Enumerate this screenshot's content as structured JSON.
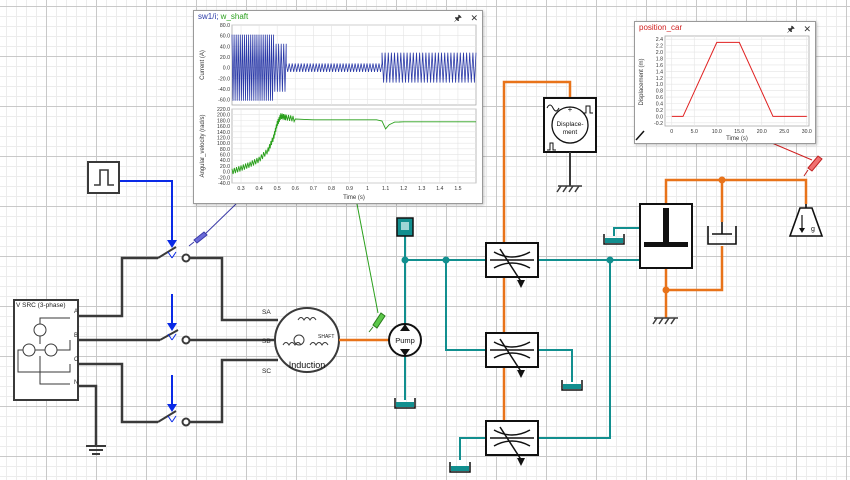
{
  "source": {
    "label": "V SRC (3-phase)",
    "terminals": [
      "A",
      "B",
      "C",
      "N"
    ]
  },
  "motor": {
    "label": "Induction",
    "terminals": [
      "SA",
      "SB",
      "SC"
    ],
    "shaft_label": "SHAFT"
  },
  "pump_label": "Pump",
  "displacement_sensor": {
    "line1": "Displace-",
    "line2": "ment",
    "plus": "+",
    "minus": "−"
  },
  "load_label": "g",
  "colors": {
    "electric": "#3a3a3a",
    "signal": "#0a2ae6",
    "hydraulic": "#128f8f",
    "mechanical": "#e8731a",
    "current_trace": "#2b3aa8",
    "velocity_trace": "#2aa01c",
    "position_trace": "#e02020",
    "scope_title_1": "#2b3aa8",
    "scope_title_2": "#d02020"
  },
  "scope1": {
    "title_prefix": "sw1/i; ",
    "title_suffix": "w_shaft",
    "buttons": [
      "pin-icon",
      "close-icon"
    ],
    "top_plot": {
      "ylabel": "Current (A)",
      "yticks": [
        "80.0",
        "60.0",
        "40.0",
        "20.0",
        "0.0",
        "-20.0",
        "-40.0",
        "-60.0"
      ]
    },
    "bottom_plot": {
      "ylabel": "Angular_velocity (rad/s)",
      "yticks": [
        "220.0",
        "200.0",
        "180.0",
        "160.0",
        "140.0",
        "120.0",
        "100.0",
        "80.0",
        "60.0",
        "40.0",
        "20.0",
        "0.0",
        "-20.0",
        "-40.0"
      ]
    },
    "xticks": [
      "0.3",
      "0.4",
      "0.5",
      "0.6",
      "0.7",
      "0.8",
      "0.9",
      "1",
      "1.1",
      "1.2",
      "1.3",
      "1.4",
      "1.5"
    ],
    "xlabel": "Time (s)"
  },
  "scope2": {
    "title": "position_car",
    "buttons": [
      "pin-icon",
      "close-icon"
    ],
    "ylabel": "Displacement (m)",
    "yticks": [
      "2.4",
      "2.2",
      "2.0",
      "1.8",
      "1.6",
      "1.4",
      "1.2",
      "1.0",
      "0.8",
      "0.6",
      "0.4",
      "0.2",
      "0.0",
      "-0.2"
    ],
    "xticks": [
      "0",
      "5.0",
      "10.0",
      "15.0",
      "20.0",
      "25.0",
      "30.0"
    ],
    "xlabel": "Time (s)"
  },
  "chart_data": [
    {
      "type": "line",
      "title": "sw1/i",
      "xlabel": "Time (s)",
      "ylabel": "Current (A)",
      "xlim": [
        0.25,
        1.6
      ],
      "ylim": [
        -70,
        80
      ],
      "grid": true,
      "series": [
        {
          "name": "sw1/i",
          "segments": [
            {
              "x_start": 0.25,
              "x_end": 0.48,
              "amplitude": 62,
              "cycles": 20
            },
            {
              "x_start": 0.48,
              "x_end": 0.55,
              "amplitude": 45,
              "cycles": 5
            },
            {
              "x_start": 0.55,
              "x_end": 1.08,
              "amplitude": 8,
              "cycles": 32
            },
            {
              "x_start": 1.08,
              "x_end": 1.6,
              "amplitude": 28,
              "cycles": 30
            }
          ]
        }
      ]
    },
    {
      "type": "line",
      "title": "w_shaft",
      "xlabel": "Time (s)",
      "ylabel": "Angular_velocity (rad/s)",
      "xlim": [
        0.25,
        1.6
      ],
      "ylim": [
        -40,
        220
      ],
      "grid": true,
      "series": [
        {
          "name": "w_shaft",
          "points": [
            [
              0.25,
              0
            ],
            [
              0.3,
              12
            ],
            [
              0.35,
              25
            ],
            [
              0.4,
              42
            ],
            [
              0.45,
              75
            ],
            [
              0.48,
              120
            ],
            [
              0.5,
              168
            ],
            [
              0.52,
              195
            ],
            [
              0.55,
              190
            ],
            [
              0.6,
              185
            ],
            [
              0.7,
              182
            ],
            [
              0.8,
              182
            ],
            [
              0.9,
              182
            ],
            [
              1.0,
              182
            ],
            [
              1.05,
              182
            ],
            [
              1.08,
              178
            ],
            [
              1.1,
              150
            ],
            [
              1.12,
              165
            ],
            [
              1.15,
              174
            ],
            [
              1.2,
              175
            ],
            [
              1.3,
              175
            ],
            [
              1.4,
              175
            ],
            [
              1.5,
              175
            ],
            [
              1.6,
              175
            ]
          ]
        }
      ]
    },
    {
      "type": "line",
      "title": "position_car",
      "xlabel": "Time (s)",
      "ylabel": "Displacement (m)",
      "xlim": [
        -1.5,
        30.5
      ],
      "ylim": [
        -0.3,
        2.5
      ],
      "grid": true,
      "series": [
        {
          "name": "position_car",
          "points": [
            [
              0,
              0.0
            ],
            [
              2.5,
              0.0
            ],
            [
              10,
              2.3
            ],
            [
              15,
              2.3
            ],
            [
              22.5,
              0.0
            ],
            [
              25,
              0.0
            ],
            [
              30,
              0.0
            ]
          ]
        }
      ]
    }
  ]
}
